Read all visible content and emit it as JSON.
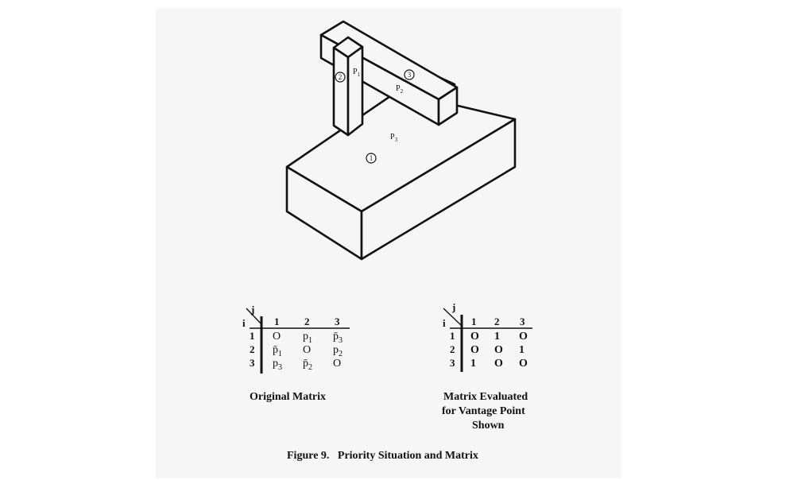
{
  "figure": {
    "caption": "Figure 9.   Priority Situation and Matrix",
    "drawing_labels": {
      "p1": "P",
      "p1_sub": "1",
      "p2": "P",
      "p2_sub": "2",
      "p3": "P",
      "p3_sub": "3",
      "circle_1": "1",
      "circle_2": "2",
      "circle_3": "3"
    }
  },
  "original_matrix": {
    "axis_j": "j",
    "axis_i": "i",
    "col_headers": [
      "1",
      "2",
      "3"
    ],
    "row_headers": [
      "1",
      "2",
      "3"
    ],
    "cells": [
      [
        "O",
        "p",
        "p̄"
      ],
      [
        "p̄",
        "O",
        "p"
      ],
      [
        "p",
        "p̄",
        "O"
      ]
    ],
    "cell_subs": [
      [
        "",
        "1",
        "3"
      ],
      [
        "1",
        "",
        "2"
      ],
      [
        "3",
        "2",
        ""
      ]
    ],
    "caption": "Original Matrix"
  },
  "evaluated_matrix": {
    "axis_j": "j",
    "axis_i": "i",
    "col_headers": [
      "1",
      "2",
      "3"
    ],
    "row_headers": [
      "1",
      "2",
      "3"
    ],
    "cells": [
      [
        "O",
        "1",
        "O"
      ],
      [
        "O",
        "O",
        "1"
      ],
      [
        "1",
        "O",
        "O"
      ]
    ],
    "caption_lines": [
      "Matrix Evaluated",
      "for Vantage Point",
      "Shown"
    ]
  }
}
